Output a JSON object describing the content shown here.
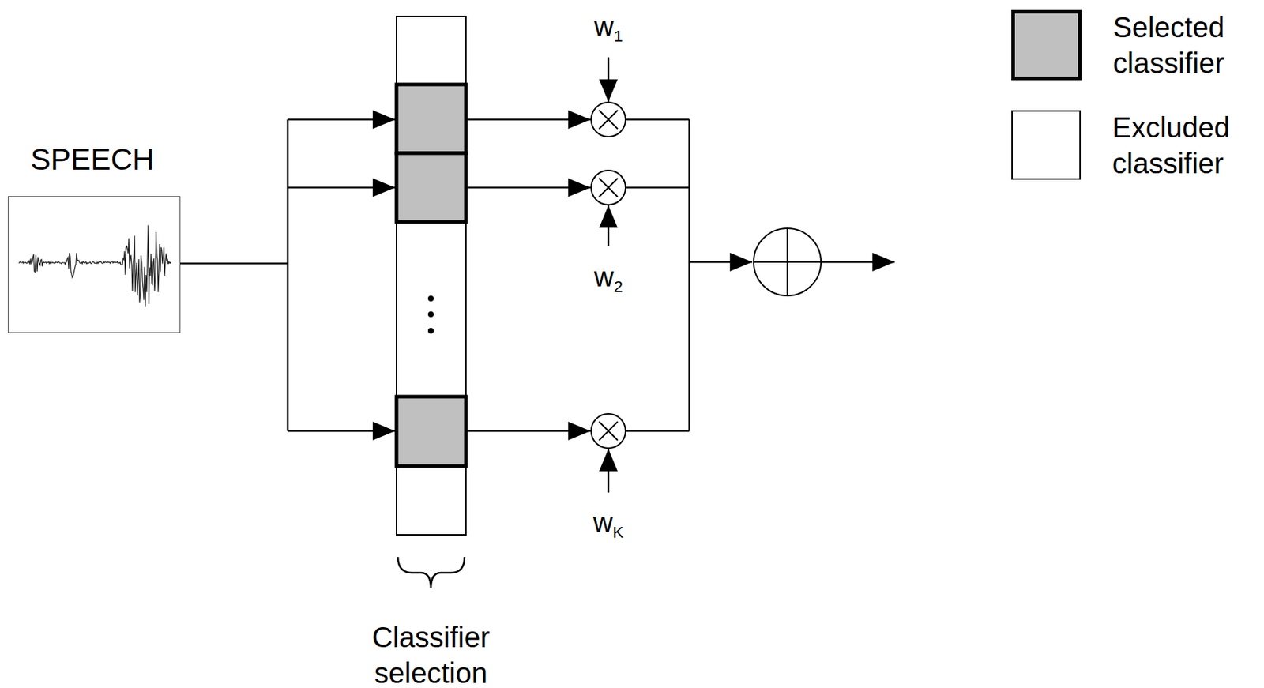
{
  "diagram": {
    "nodes": [
      {
        "text": [
          "SPEECH"
        ]
      }
    ],
    "labels": [
      "w1",
      "w2",
      "wK",
      "Classifier selection"
    ],
    "legend": [
      {
        "text": "Selected classifier",
        "color": "#c0c0c0"
      },
      {
        "text": "Excluded classifier",
        "color": "#ffffff"
      }
    ]
  }
}
